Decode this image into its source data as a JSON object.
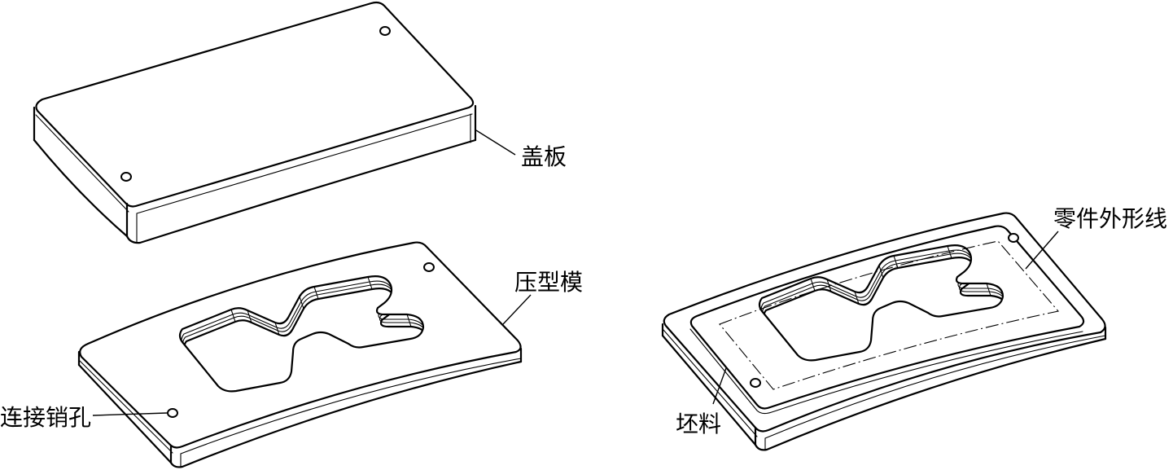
{
  "labels": {
    "cover_plate": "盖板",
    "forming_die": "压型模",
    "pin_hole": "连接销孔",
    "part_outline": "零件外形线",
    "blank": "坯料"
  },
  "colors": {
    "line": "#000000",
    "background": "#ffffff"
  }
}
